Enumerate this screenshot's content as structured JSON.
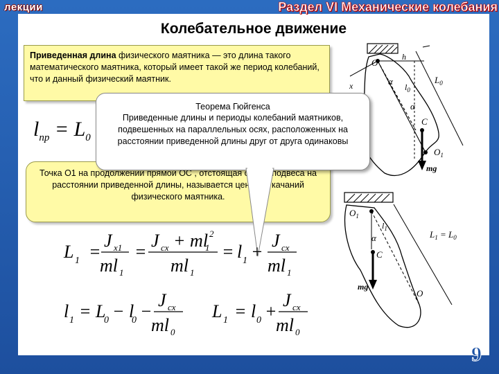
{
  "header": {
    "left_label": "лекции",
    "section": "Раздел VI Механические колебания",
    "title": "Колебательное движение"
  },
  "definition": {
    "term": "Приведенная длина",
    "rest": " физического маятника — это длина такого математического маятника, который имеет такой же период колебаний, что и данный физический маятник."
  },
  "callout": {
    "title": "Теорема Гюйгенса",
    "body": "Приведенные длины и периоды колебаний маятников, подвешенных на параллельных осях, расположенных на расстоянии приведенной длины друг от друга одинаковы"
  },
  "center_text": "Точка О1  на продолжении прямой ОС , отстоящая от оси подвеса на расстоянии приведенной длины, называется центром качаний физического маятника.",
  "diagram1_labels": {
    "O": "O",
    "h": "h",
    "L0": "L",
    "L0_sub": "0",
    "alpha1": "α",
    "alpha2": "α",
    "l0": "l",
    "l0_sub": "0",
    "C": "C",
    "O1": "O",
    "O1_sub": "1",
    "mg": "mg",
    "x": "x"
  },
  "diagram2_labels": {
    "O1": "O",
    "O1_sub": "1",
    "l1": "l",
    "l1_sub": "1",
    "alpha": "α",
    "C": "C",
    "mg": "mg",
    "O": "O",
    "eq": "L",
    "eq_sub": "1",
    "eq_rest": " = L",
    "eq_sub2": "0"
  },
  "page": {
    "number": "9"
  }
}
